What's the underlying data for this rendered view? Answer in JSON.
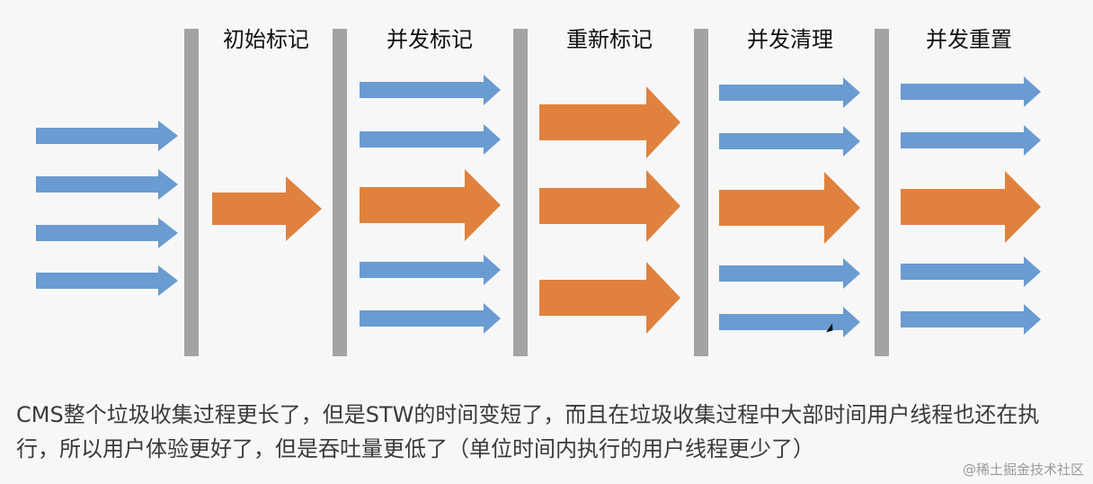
{
  "colors": {
    "thread_arrow": "#6a9bd1",
    "gc_arrow": "#e0823d",
    "bar": "#a3a3a3",
    "background": "#f7f7f7"
  },
  "phases": [
    {
      "label": "初始标记"
    },
    {
      "label": "并发标记"
    },
    {
      "label": "重新标记"
    },
    {
      "label": "并发清理"
    },
    {
      "label": "并发重置"
    }
  ],
  "caption": {
    "line1": "CMS整个垃圾收集过程更长了，但是STW的时间变短了，而且在垃圾收集过程中大部时间用户线程也还在执",
    "line2": "行，所以用户体验更好了，但是吞吐量更低了（单位时间内执行的用户线程更少了）"
  },
  "watermark": "@稀土掘金技术社区"
}
